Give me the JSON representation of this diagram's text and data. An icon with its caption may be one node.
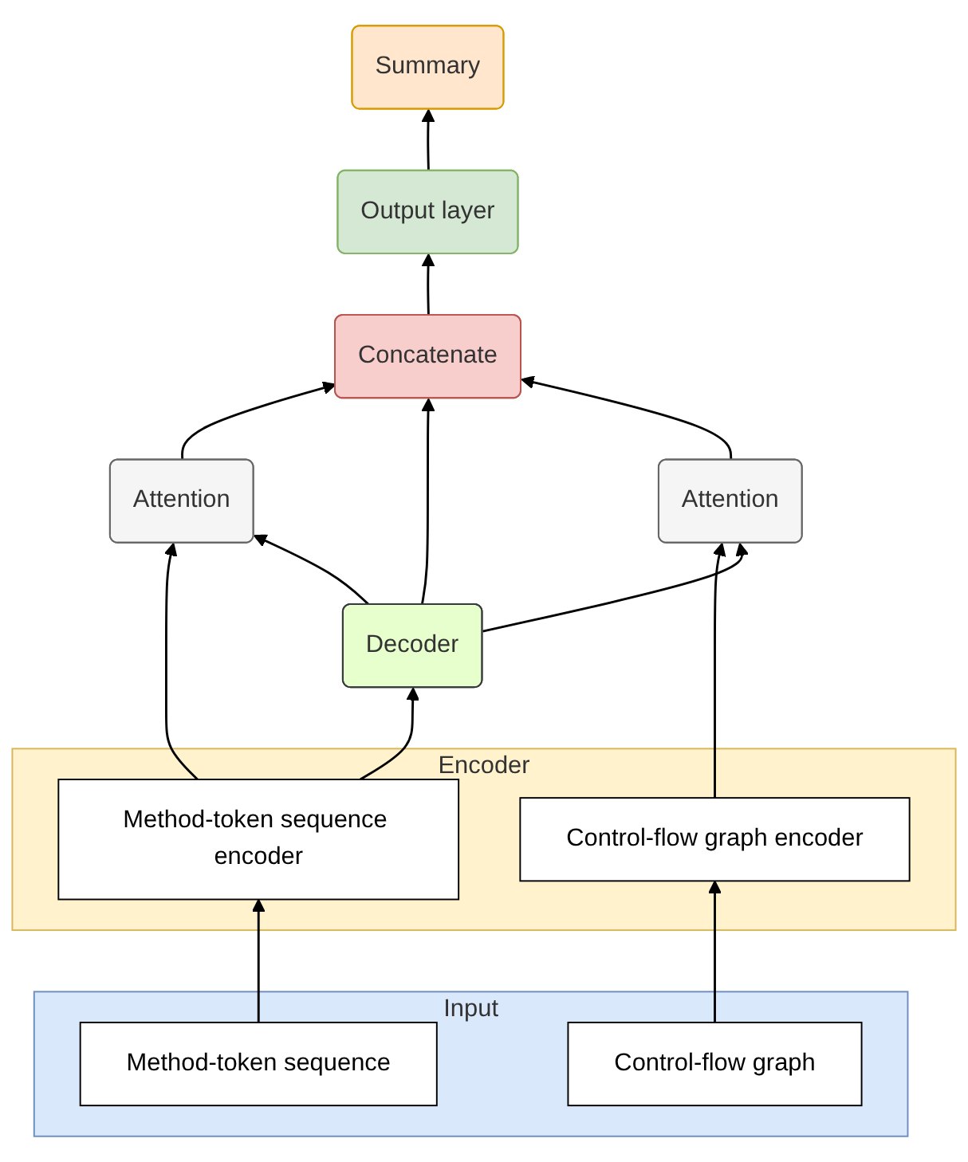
{
  "diagram": {
    "nodes": [
      {
        "text": [
          "Summary"
        ]
      },
      {
        "text": [
          "Output layer"
        ]
      },
      {
        "text": [
          "Concatenate"
        ]
      },
      {
        "text": [
          "Attention"
        ]
      },
      {
        "text": [
          "Attention"
        ]
      },
      {
        "text": [
          "Decoder"
        ]
      },
      {
        "text": [
          "Encoder"
        ]
      },
      {
        "text": [
          "Method-token sequence encoder"
        ],
        "in": 6
      },
      {
        "text": [
          "Control-flow graph encoder"
        ],
        "in": 6
      },
      {
        "text": [
          "Input"
        ]
      },
      {
        "text": [
          "Method-token sequence"
        ],
        "in": 9
      },
      {
        "text": [
          "Control-flow graph"
        ],
        "in": 9
      }
    ],
    "edges": [
      {
        "from": 10,
        "to": 7,
        "arrow": "to"
      },
      {
        "from": 11,
        "to": 8,
        "arrow": "to"
      },
      {
        "from": 7,
        "to": 3,
        "arrow": "to"
      },
      {
        "from": 7,
        "to": 5,
        "arrow": "to"
      },
      {
        "from": 8,
        "to": 4,
        "arrow": "to"
      },
      {
        "from": 5,
        "to": 3,
        "arrow": "to"
      },
      {
        "from": 5,
        "to": 4,
        "arrow": "to"
      },
      {
        "from": 3,
        "to": 2,
        "arrow": "to"
      },
      {
        "from": 5,
        "to": 2,
        "arrow": "to"
      },
      {
        "from": 4,
        "to": 2,
        "arrow": "to"
      },
      {
        "from": 2,
        "to": 1,
        "arrow": "to"
      },
      {
        "from": 1,
        "to": 0,
        "arrow": "to"
      }
    ]
  }
}
